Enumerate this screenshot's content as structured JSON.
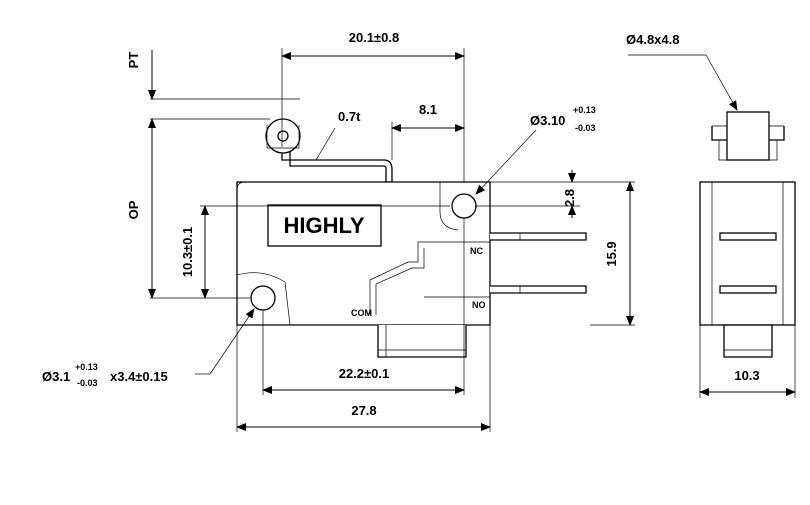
{
  "brand_label": "HIGHLY",
  "dimensions": {
    "pt": "PT",
    "op": "OP",
    "width_top": "20.1±0.8",
    "thickness": "0.7t",
    "lever_offset": "8.1",
    "top_hole_dia": "Ø3.10",
    "top_hole_tol_plus": "+0.13",
    "top_hole_tol_minus": "-0.03",
    "hole_to_top": "2.8",
    "height_right": "15.9",
    "hole_spacing": "10.3±0.1",
    "bottom_hole_dia": "Ø3.1",
    "bottom_hole_tol_plus": "+0.13",
    "bottom_hole_tol_minus": "-0.03",
    "bottom_hole_depth": "x3.4±0.15",
    "hole_center_span": "22.2±0.1",
    "body_length": "27.8",
    "roller_size": "Ø4.8x4.8",
    "side_width": "10.3"
  },
  "terminals": {
    "nc": "NC",
    "no": "NO",
    "com": "COM"
  }
}
